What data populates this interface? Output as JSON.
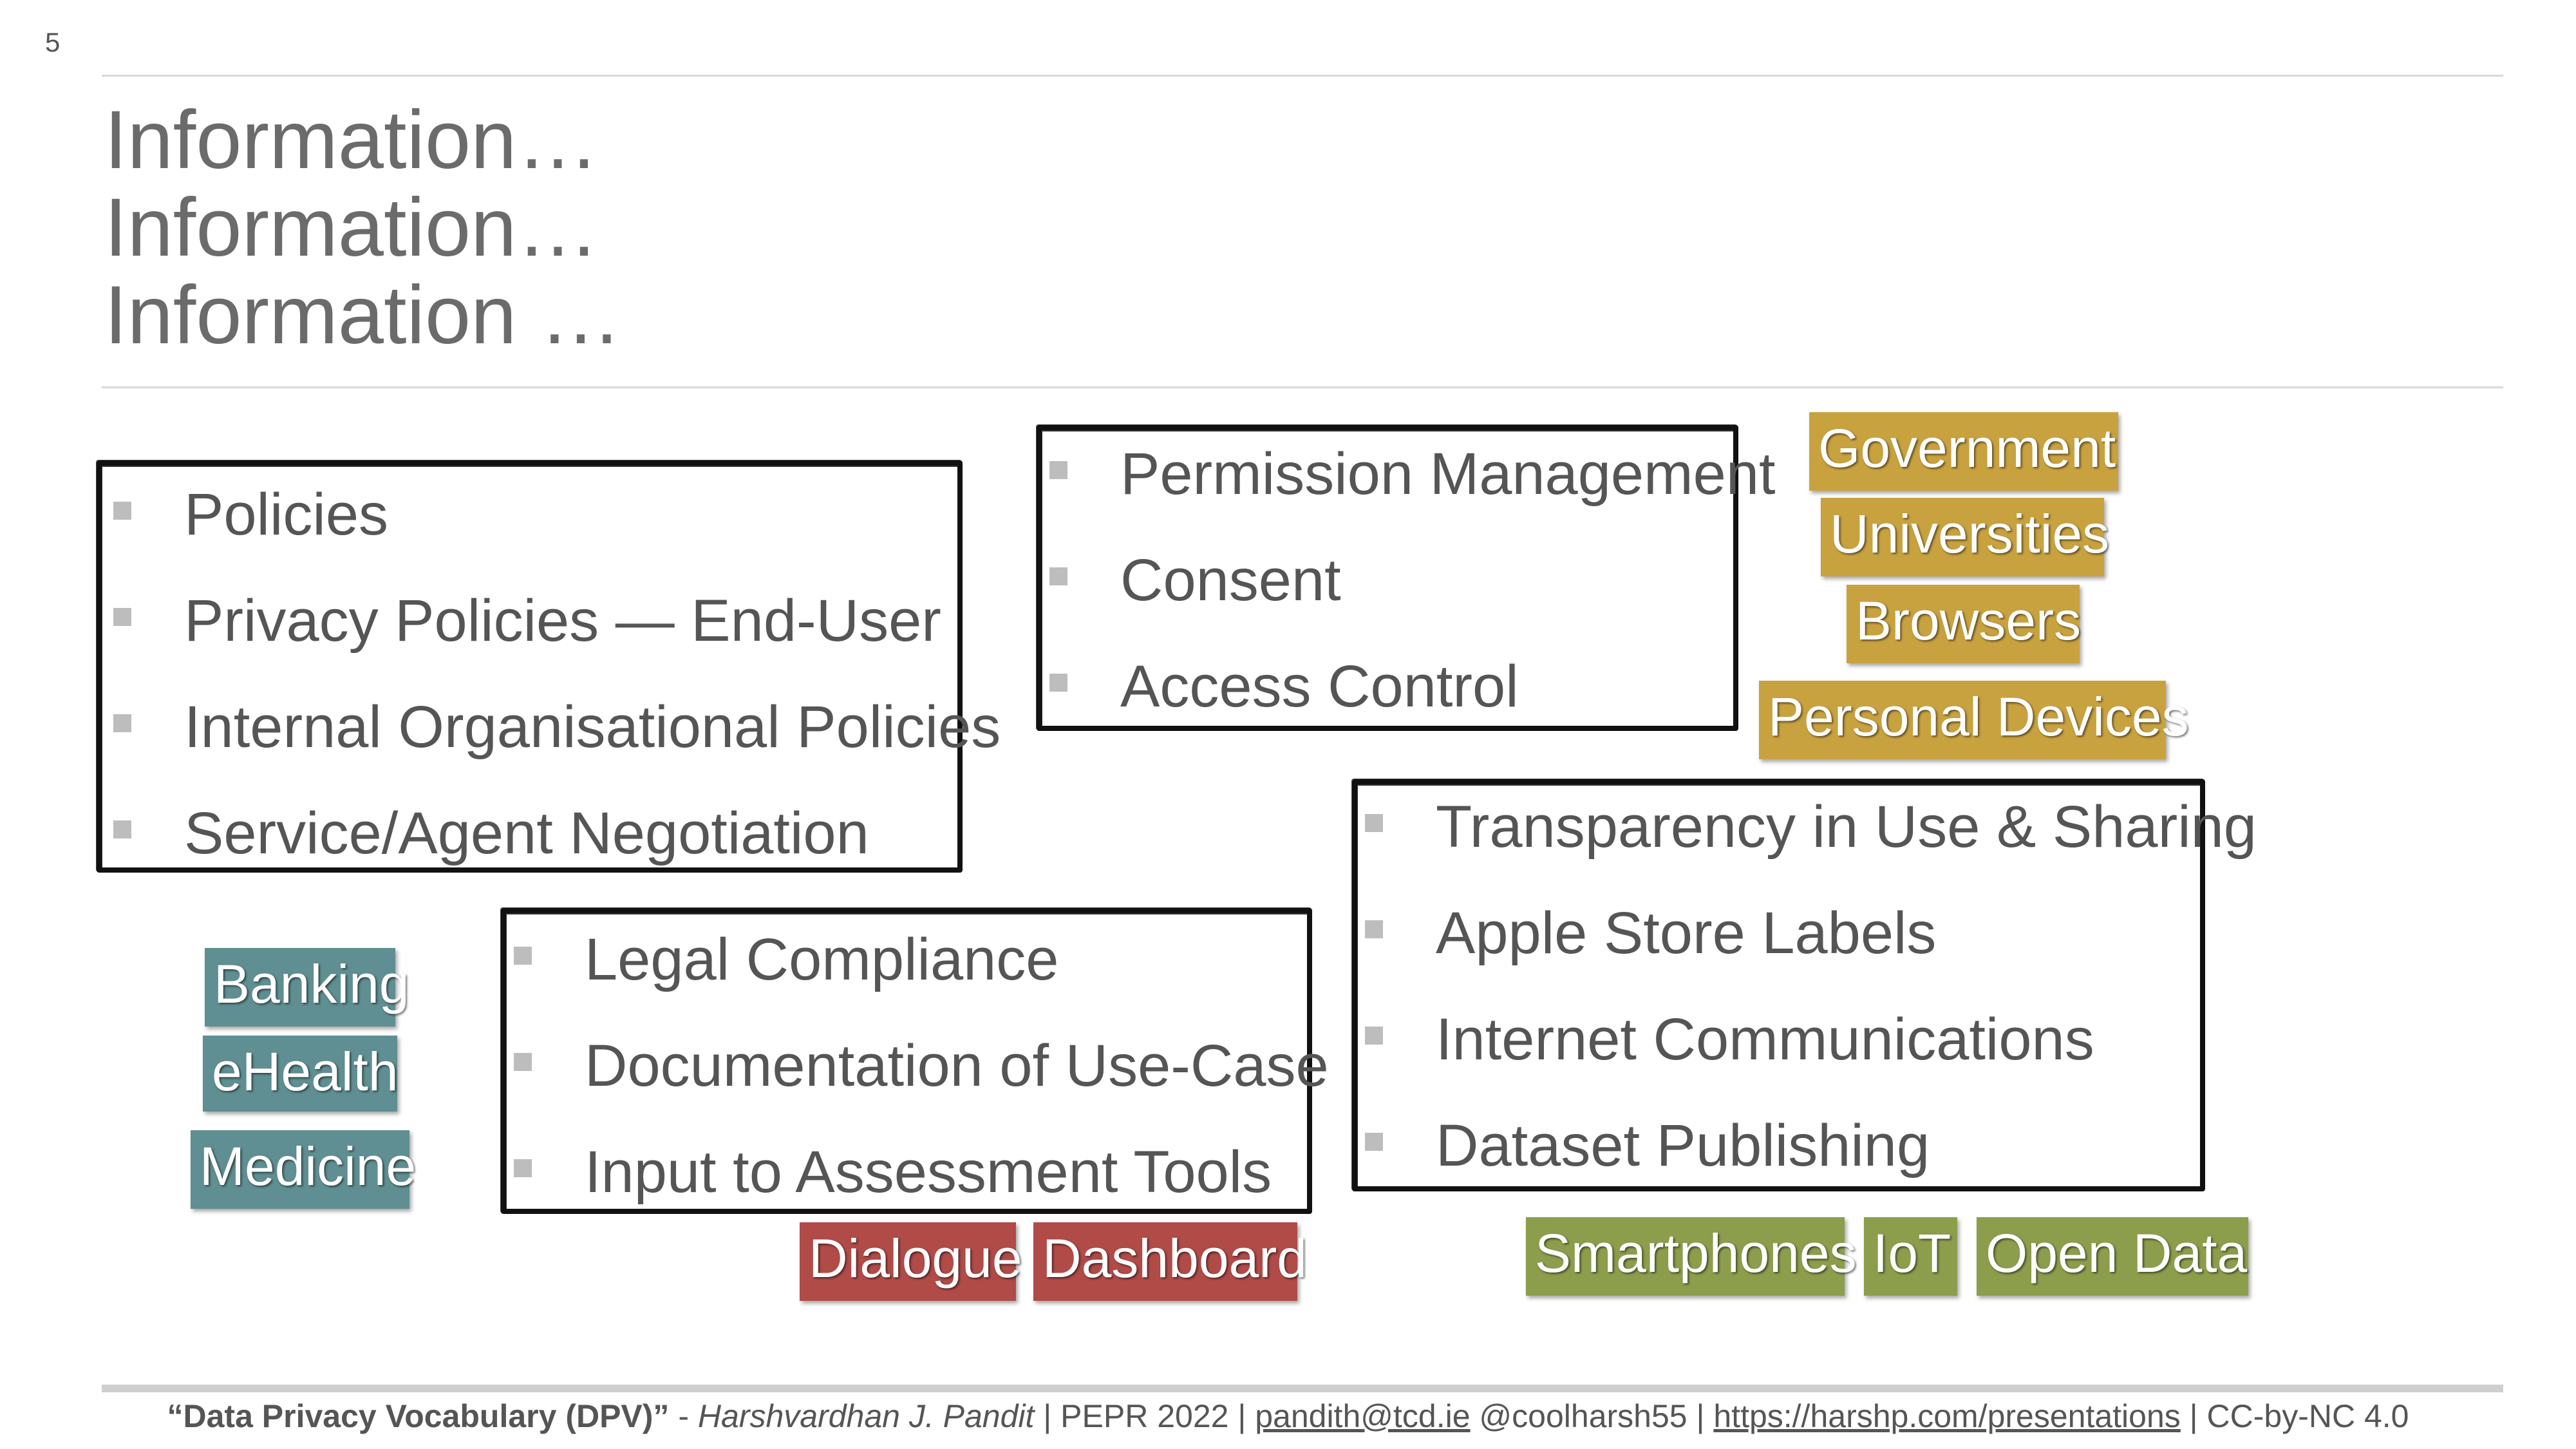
{
  "slide": {
    "number": "5",
    "title_lines": [
      "Information…",
      "Information…",
      "Information …"
    ]
  },
  "boxes": {
    "policies": [
      "Policies",
      "Privacy Policies — End-User",
      "Internal Organisational Policies",
      "Service/Agent Negotiation"
    ],
    "permissions": [
      "Permission Management",
      "Consent",
      "Access Control"
    ],
    "compliance": [
      "Legal Compliance",
      "Documentation of Use-Case",
      "Input to Assessment Tools"
    ],
    "transparency": [
      "Transparency in Use & Sharing",
      "Apple Store Labels",
      "Internet Communications",
      "Dataset Publishing"
    ]
  },
  "tags": {
    "gold": [
      "Government",
      "Universities",
      "Browsers",
      "Personal Devices"
    ],
    "teal": [
      "Banking",
      "eHealth",
      "Medicine"
    ],
    "red": [
      "Dialogue",
      "Dashboard"
    ],
    "olive": [
      "Smartphones",
      "IoT",
      "Open Data"
    ]
  },
  "colors": {
    "gold": "#c9a240",
    "teal": "#5f8f92",
    "red": "#b04b48",
    "olive": "#8c9e4c"
  },
  "footer": {
    "title": "“Data Privacy Vocabulary (DPV)”",
    "sep1": " - ",
    "author": "Harshvardhan J. Pandit",
    "event": " | PEPR 2022 | ",
    "email": "pandith@tcd.ie",
    "handle": " @coolharsh55 | ",
    "url": "https://harshp.com/presentations",
    "license": " | CC-by-NC 4.0"
  }
}
